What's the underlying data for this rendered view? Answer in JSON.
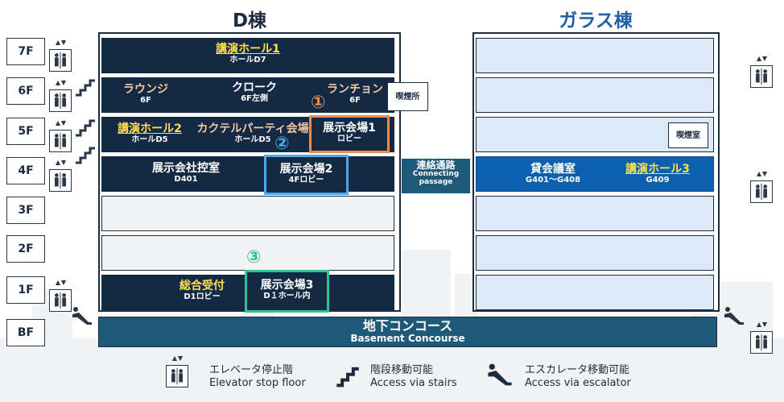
{
  "buildings": {
    "d": {
      "title": "D棟"
    },
    "glass": {
      "title": "ガラス棟"
    }
  },
  "floors": [
    "7F",
    "6F",
    "5F",
    "4F",
    "3F",
    "2F",
    "1F",
    "BF"
  ],
  "d_building": {
    "f7": {
      "hall1_name": "講演ホール1",
      "hall1_sub": "ホールD7"
    },
    "f6": {
      "lounge_name": "ラウンジ",
      "lounge_sub": "6F",
      "cloak_name": "クローク",
      "cloak_sub": "6F左側",
      "lunch_name": "ランチョン",
      "lunch_sub": "6F",
      "smoking": "喫煙所"
    },
    "f5": {
      "hall2_name": "講演ホール2",
      "hall2_sub": "ホールD5",
      "cocktail_name": "カクテルパーティ会場",
      "cocktail_sub": "ホールD5",
      "exhibit1_name": "展示会場1",
      "exhibit1_sub": "ロビー"
    },
    "f4": {
      "waiting_name": "展示会社控室",
      "waiting_sub": "D401",
      "exhibit2_name": "展示会場2",
      "exhibit2_sub": "4Fロビー"
    },
    "f1": {
      "reception_name": "総合受付",
      "reception_sub": "D1ロビー",
      "exhibit3_name": "展示会場3",
      "exhibit3_sub": "D１ホール内"
    }
  },
  "markers": {
    "one": "①",
    "two": "②",
    "three": "③"
  },
  "glass_building": {
    "f5": {
      "smoking": "喫煙室"
    },
    "f4": {
      "rental_name": "貸会議室",
      "rental_sub": "G401～G408",
      "hall3_name": "講演ホール3",
      "hall3_sub": "G409"
    }
  },
  "connecting": {
    "ja": "連絡通路",
    "en": "Connecting passage"
  },
  "concourse": {
    "ja": "地下コンコース",
    "en": "Basement Concourse"
  },
  "legend": {
    "elevator_ja": "エレベータ停止階",
    "elevator_en": "Elevator stop floor",
    "stairs_ja": "階段移動可能",
    "stairs_en": "Access via stairs",
    "escalator_ja": "エスカレータ移動可能",
    "escalator_en": "Access via escalator"
  },
  "colors": {
    "navy": "#142a44",
    "teal": "#1f5979",
    "glass_blue": "#0c60ad",
    "glass_light": "#dce9f6",
    "hall_yellow": "#ffe14d",
    "peach": "#f3c6a1",
    "orange_marker": "#ef8b4a",
    "blue_marker": "#4ca8e8",
    "green_marker": "#2fc48f"
  },
  "icons": [
    "elevator-icon",
    "stairs-icon",
    "escalator-icon"
  ]
}
